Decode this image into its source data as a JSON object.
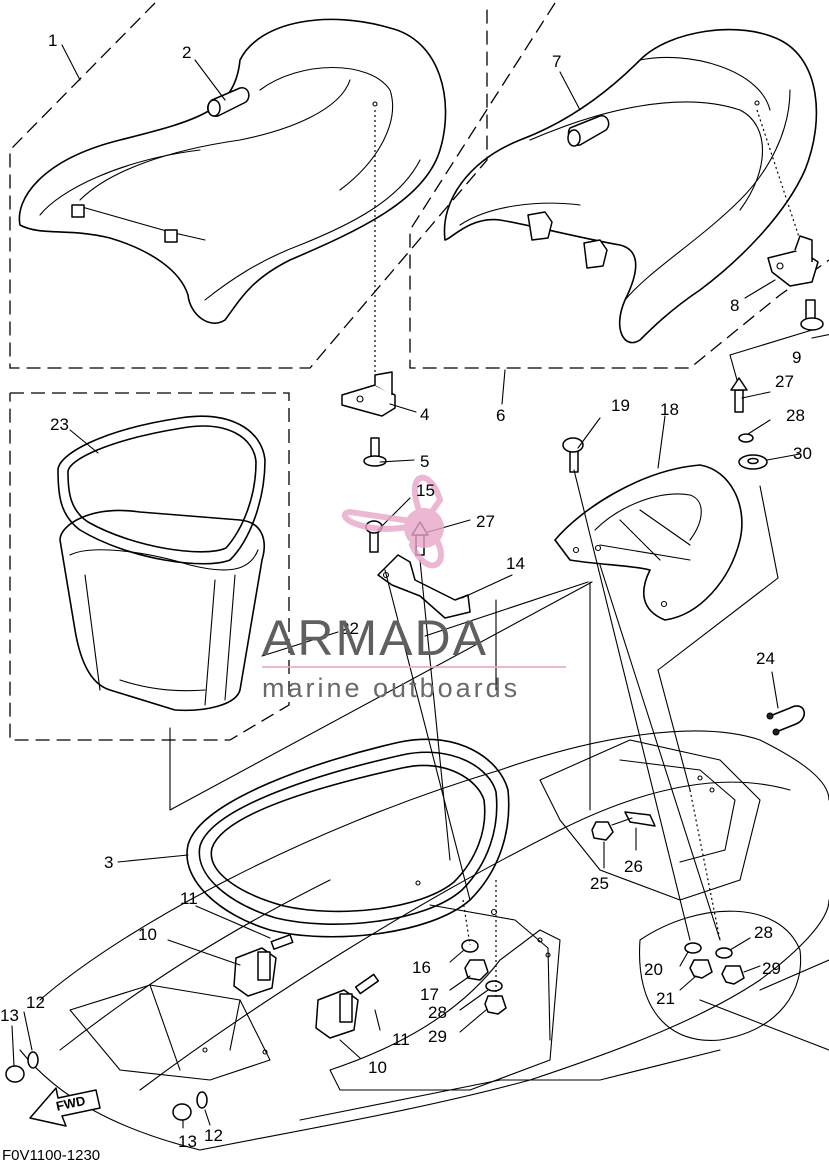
{
  "diagram": {
    "labels": {
      "p1": "1",
      "p2": "2",
      "p3": "3",
      "p4": "4",
      "p5": "5",
      "p6": "6",
      "p7": "7",
      "p8": "8",
      "p9": "9",
      "p10a": "10",
      "p10b": "10",
      "p11a": "11",
      "p11b": "11",
      "p12a": "12",
      "p12b": "12",
      "p13a": "13",
      "p13b": "13",
      "p14": "14",
      "p15": "15",
      "p16": "16",
      "p17": "17",
      "p18": "18",
      "p19": "19",
      "p20": "20",
      "p21": "21",
      "p22": "22",
      "p23": "23",
      "p24": "24",
      "p25": "25",
      "p26": "26",
      "p27a": "27",
      "p27b": "27",
      "p28a": "28",
      "p28b": "28",
      "p28c": "28",
      "p29a": "29",
      "p29b": "29",
      "p30": "30"
    },
    "diagram_code": "F0V1100-1230",
    "fwd_label": "FWD"
  },
  "watermark": {
    "brand": "ARMADA",
    "tagline": "marine outboards",
    "accent_color": "#e8a6c9"
  }
}
